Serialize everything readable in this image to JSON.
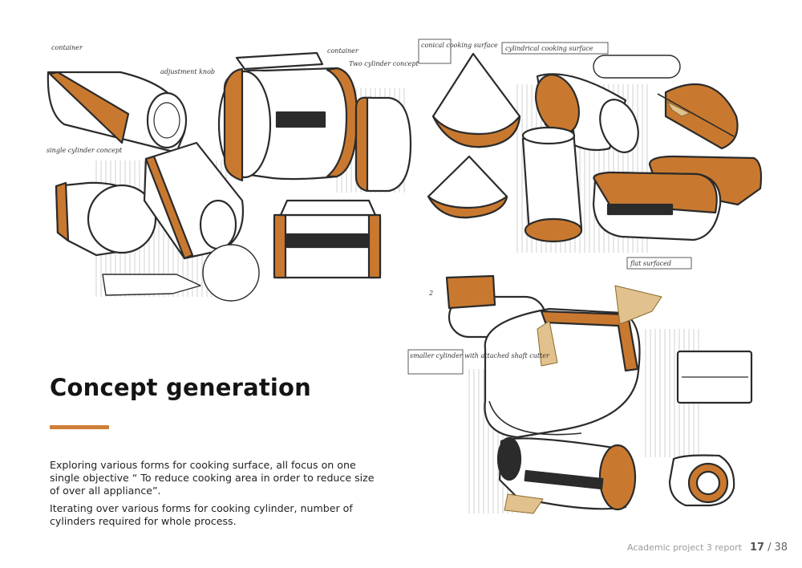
{
  "heading": "Concept generation",
  "paragraphs": [
    "Exploring various forms for cooking surface, all focus on one single objective “ To reduce cooking area in order to reduce size of over all appliance”.",
    "Iterating over various forms for cooking cylinder, number of cylinders required for whole process."
  ],
  "sketch_labels": {
    "container_left": "container",
    "adjustment_knob": "adjustment knob",
    "single_cylinder": "single cylinder concept",
    "container_mid": "container",
    "two_cylinder": "Two cylinder concept",
    "conical": "conical cooking surface",
    "cylindrical": "cylindrical cooking surface",
    "flat": "flat surfaced",
    "marker_2": "2",
    "smaller_cylinder": "smaller cylinder with attached shaft cutter"
  },
  "footer": {
    "report_name": "Academic project 3 report",
    "page_number": "17",
    "separator": "/",
    "total_pages": "38"
  },
  "colors": {
    "accent": "#cf7e36",
    "marker_orange": "#c9792f",
    "ink": "#2b2b2b"
  }
}
